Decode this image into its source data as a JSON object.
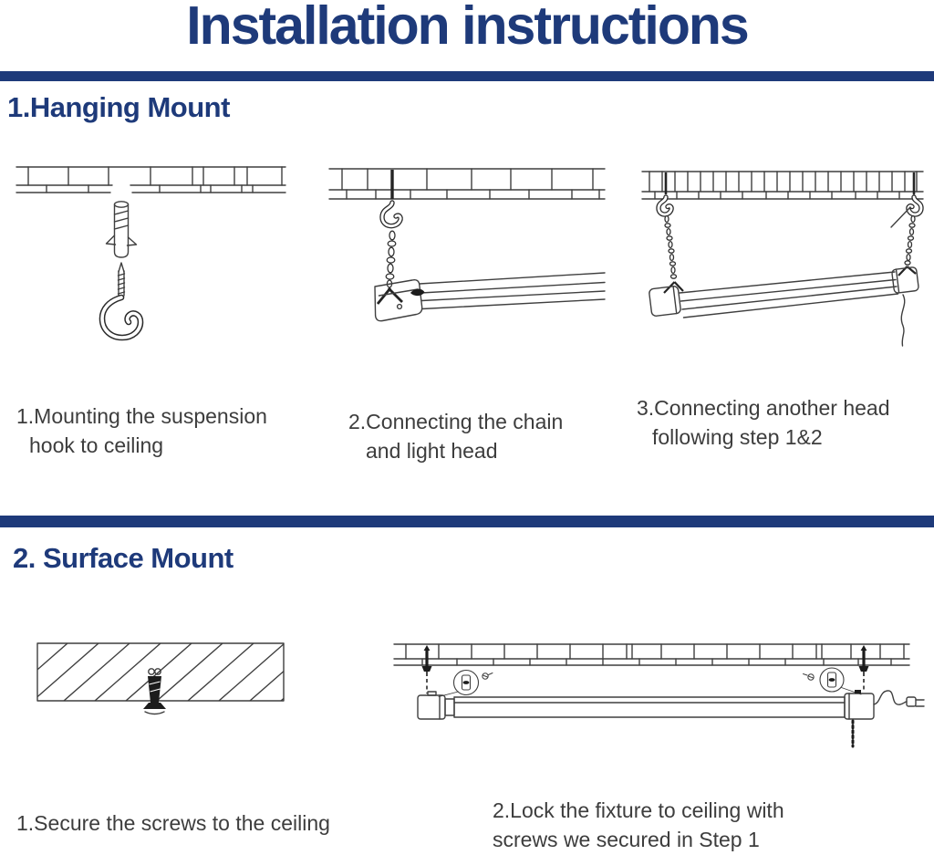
{
  "title": "Installation instructions",
  "colors": {
    "accent_navy": "#1e3a7a",
    "caption_text": "#3d3d3d",
    "line_art": "#3f3f3f"
  },
  "hanging": {
    "heading": "1.Hanging Mount",
    "steps": [
      {
        "illustration": "anchor-and-suspension-hook",
        "line1": "1.Mounting the suspension",
        "line2": "hook to ceiling"
      },
      {
        "illustration": "chain-connected-to-light-head",
        "line1": "2.Connecting the chain",
        "line2": "and light head"
      },
      {
        "illustration": "fixture-hanging-on-two-chains",
        "line1": "3.Connecting another head",
        "line2": "following step 1&2"
      }
    ]
  },
  "surface": {
    "heading": "2. Surface Mount",
    "steps": [
      {
        "illustration": "screw-secured-in-ceiling",
        "line1": "1.Secure the screws to the ceiling",
        "line2": ""
      },
      {
        "illustration": "fixture-locked-to-ceiling-keyholes",
        "line1": "2.Lock the fixture to ceiling with",
        "line2": "screws we secured in Step 1"
      }
    ]
  }
}
